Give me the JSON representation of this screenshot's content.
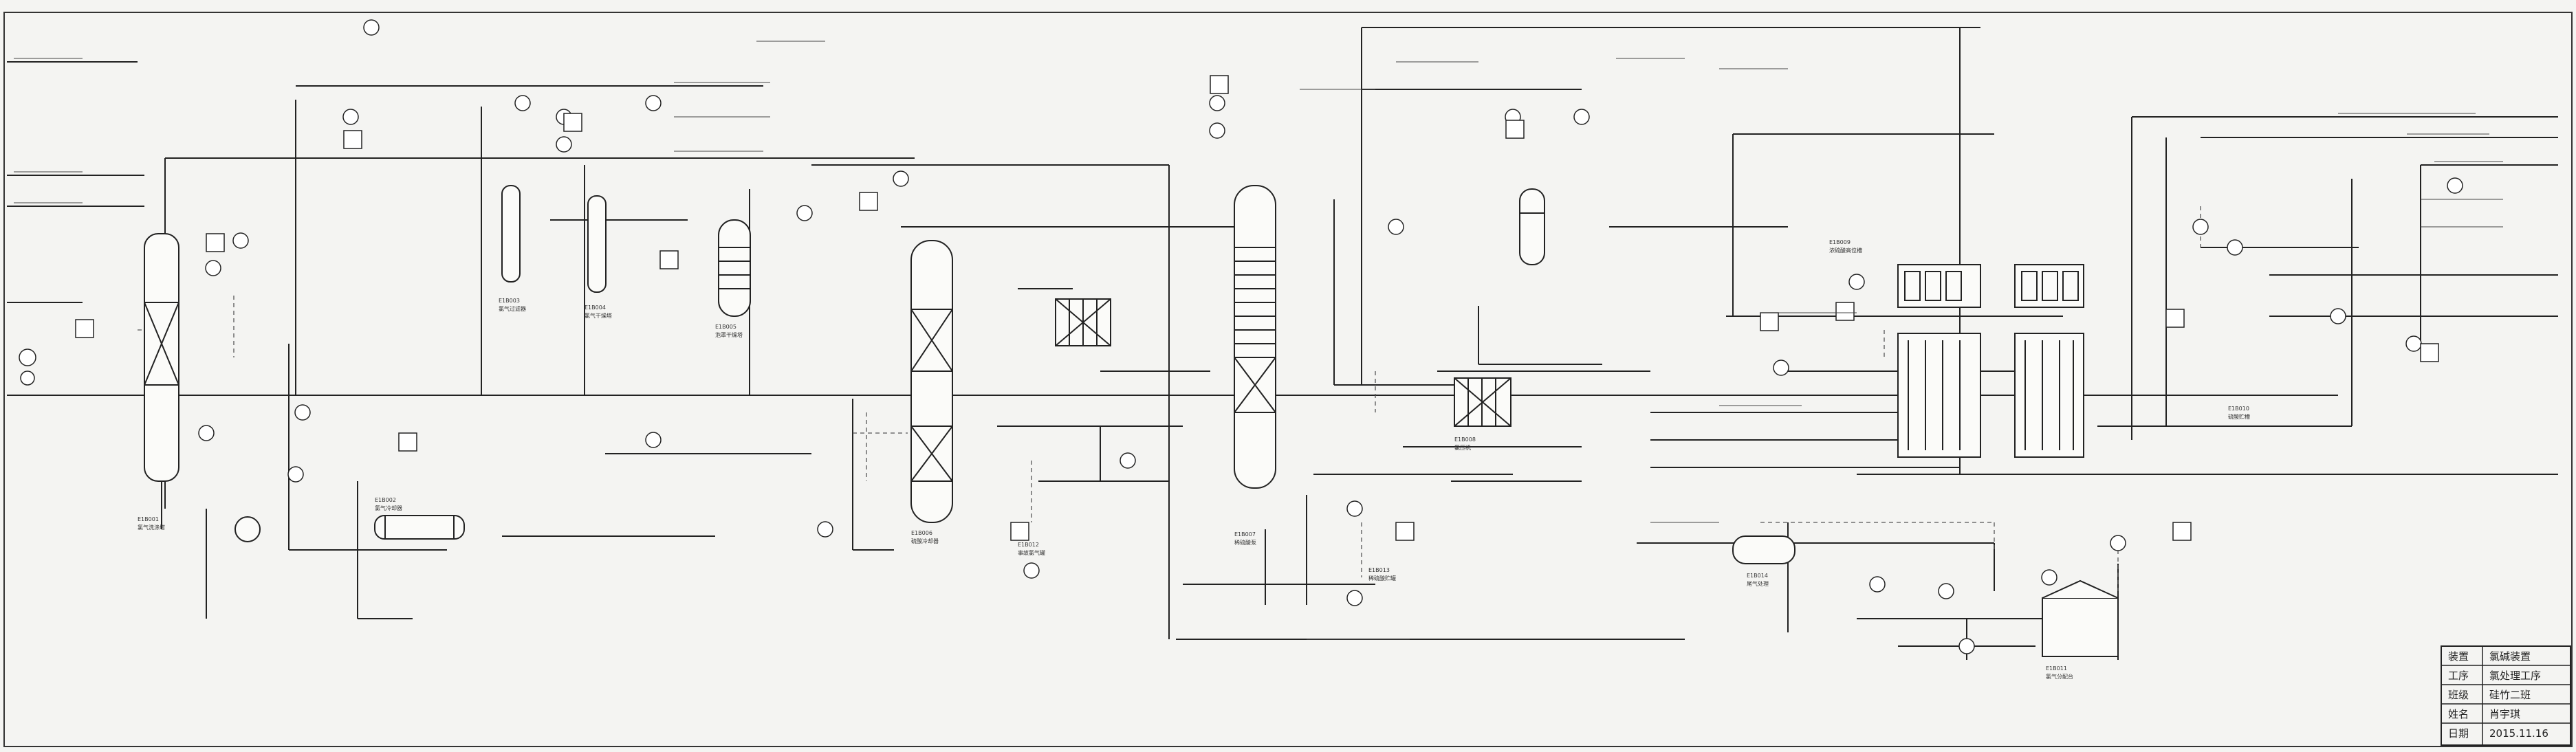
{
  "drawing": {
    "title_block": {
      "rows": [
        {
          "key": "装置",
          "value": "氯碱装置"
        },
        {
          "key": "工序",
          "value": "氯处理工序"
        },
        {
          "key": "班级",
          "value": "硅竹二班"
        },
        {
          "key": "姓名",
          "value": "肖宇琪"
        },
        {
          "key": "日期",
          "value": "2015.11.16"
        }
      ]
    },
    "equipment_tags": [
      "E1B001",
      "氯气洗涤塔",
      "E1B002",
      "氯气冷却器",
      "E1B003",
      "氯气过滤器",
      "E1B004",
      "氯气干燥塔",
      "E1B005",
      "泡罩干燥塔",
      "E1B006",
      "硫酸冷却器",
      "E1B007",
      "稀硫酸泵",
      "E1B008",
      "氯压机",
      "E1B009",
      "浓硫酸高位槽",
      "E1B010",
      "硫酸贮槽",
      "E1B011",
      "氯气分配台",
      "E1B012",
      "事故氯气罐",
      "E1B013",
      "稀硫酸贮罐",
      "E1B014",
      "尾气处理"
    ]
  }
}
